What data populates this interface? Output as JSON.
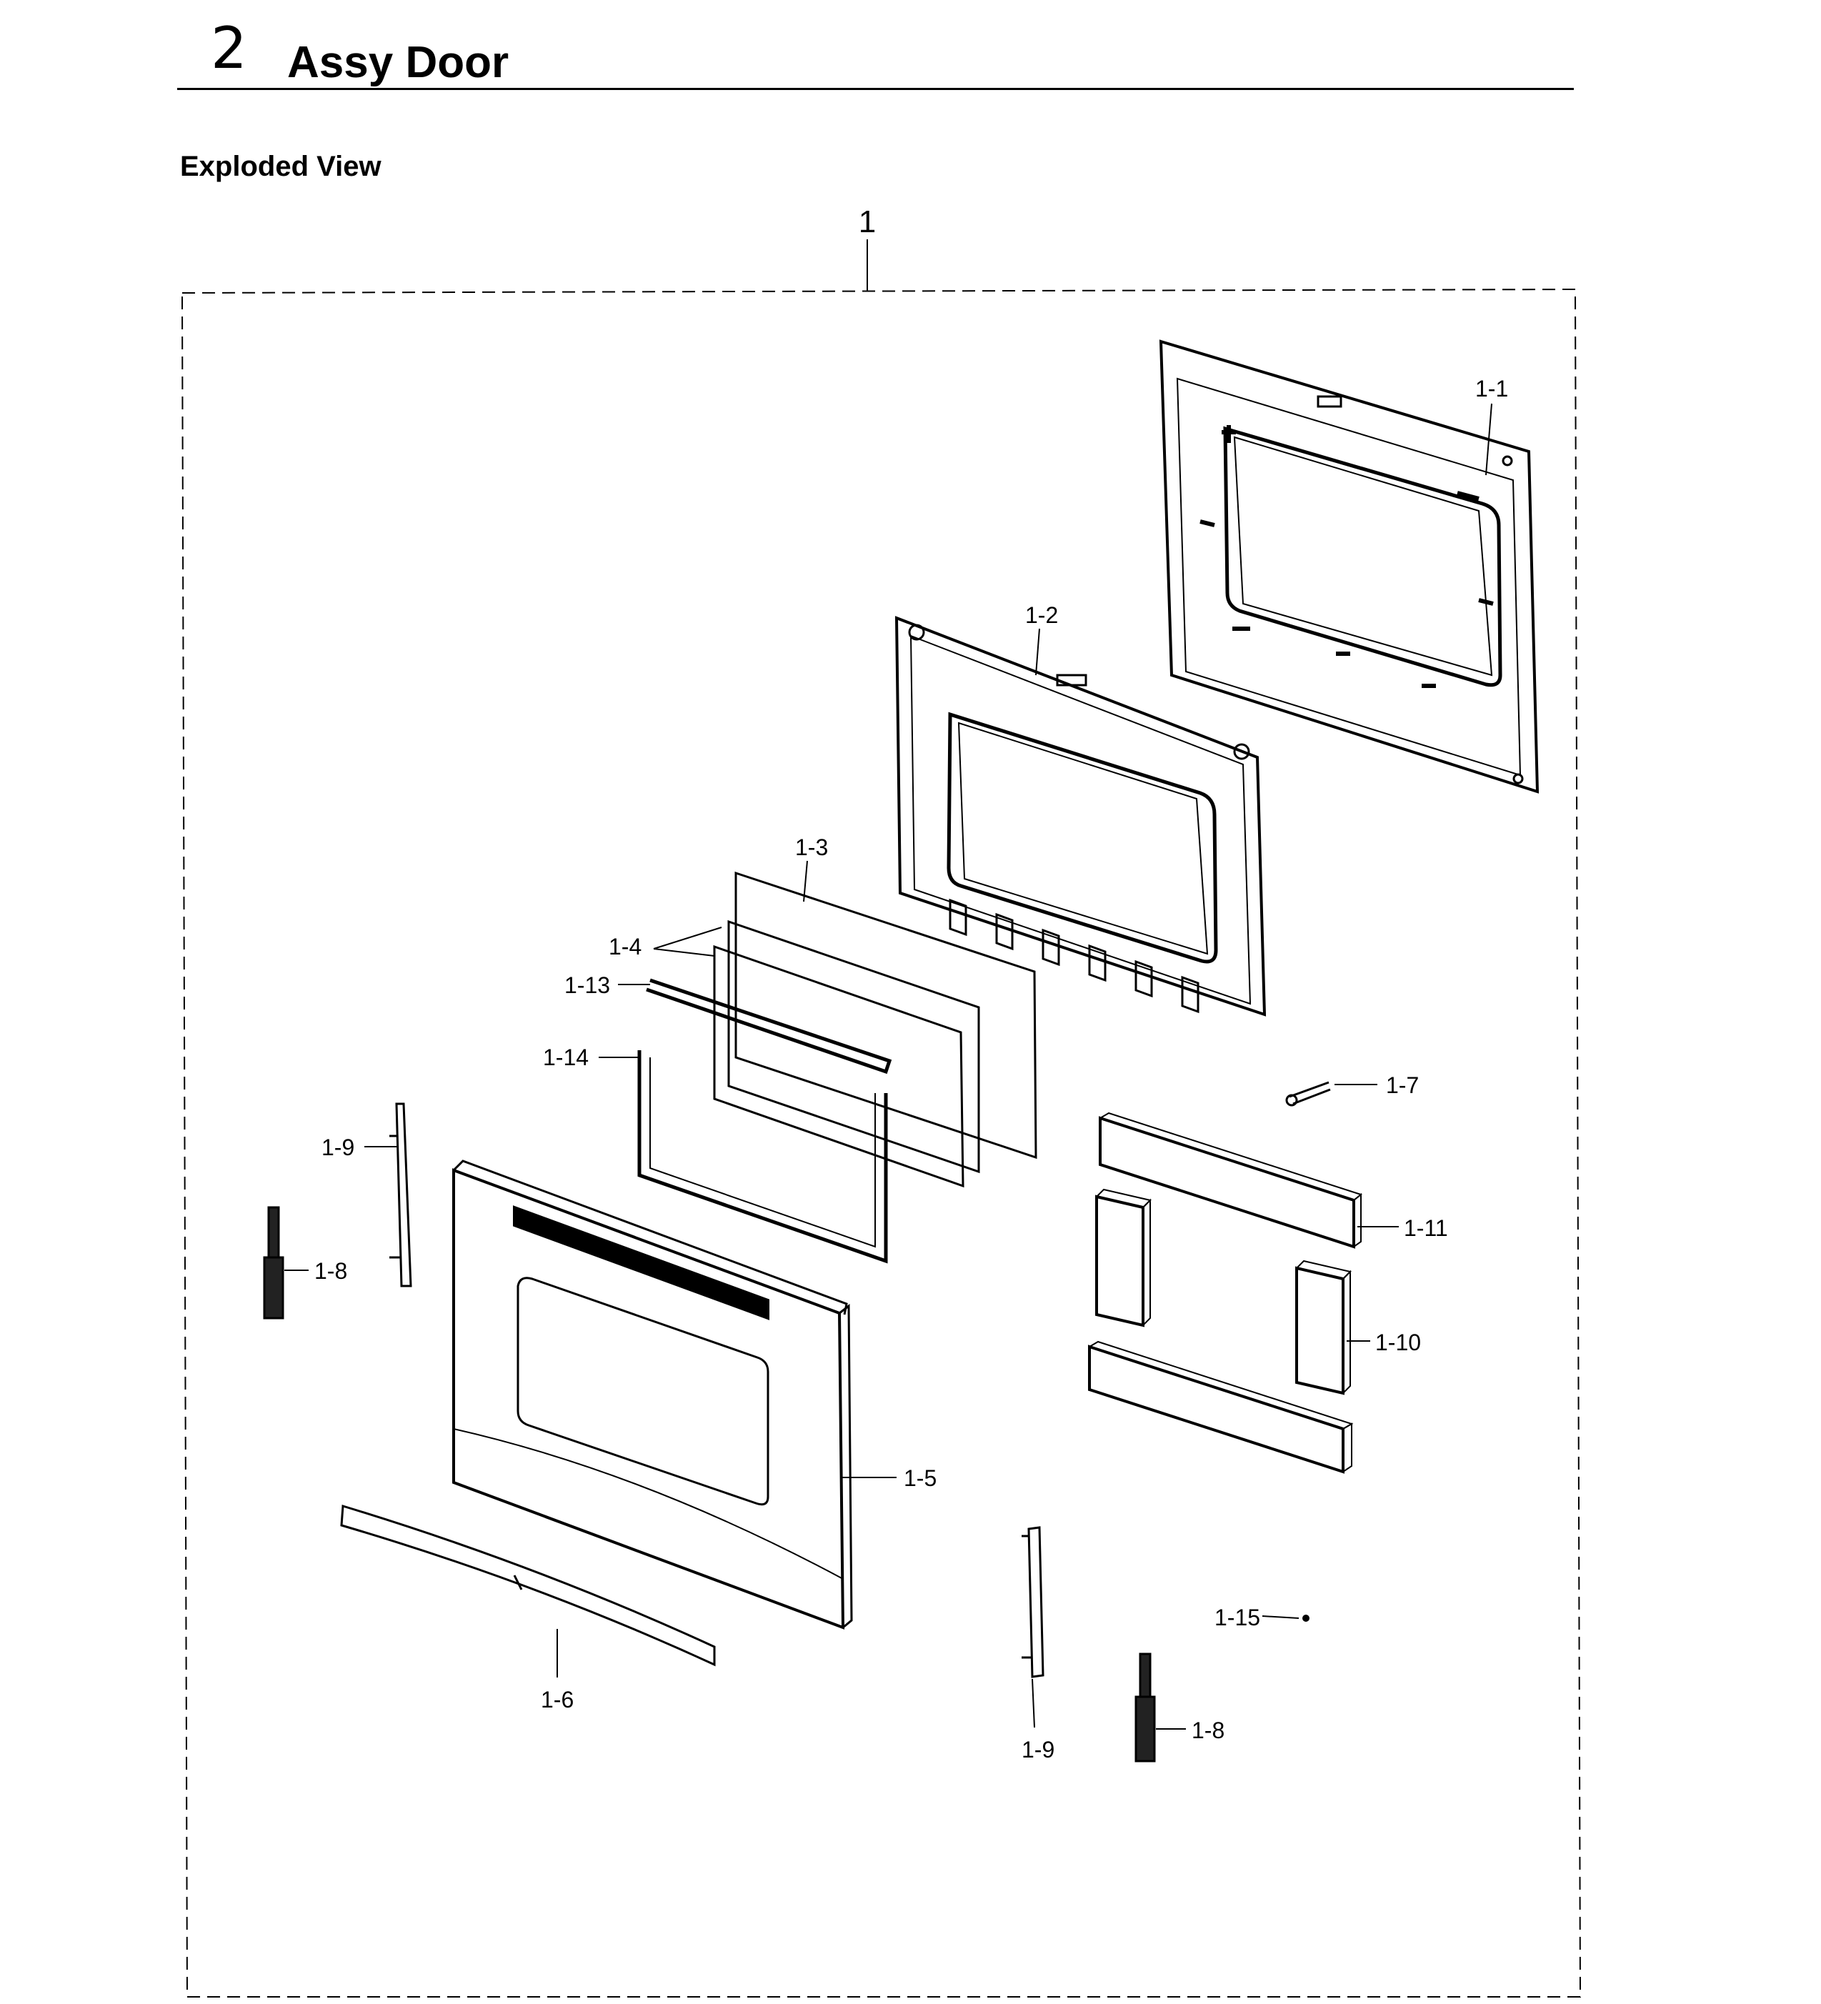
{
  "header": {
    "section_number": "2",
    "title": "Assy Door"
  },
  "subtitle": "Exploded View",
  "diagram": {
    "assembly_label": "1",
    "parts": {
      "p1_1": "1-1",
      "p1_2": "1-2",
      "p1_3": "1-3",
      "p1_4": "1-4",
      "p1_5": "1-5",
      "p1_6": "1-6",
      "p1_7": "1-7",
      "p1_8a": "1-8",
      "p1_8b": "1-8",
      "p1_9a": "1-9",
      "p1_9b": "1-9",
      "p1_10": "1-10",
      "p1_11": "1-11",
      "p1_13": "1-13",
      "p1_14": "1-14",
      "p1_15": "1-15"
    }
  }
}
